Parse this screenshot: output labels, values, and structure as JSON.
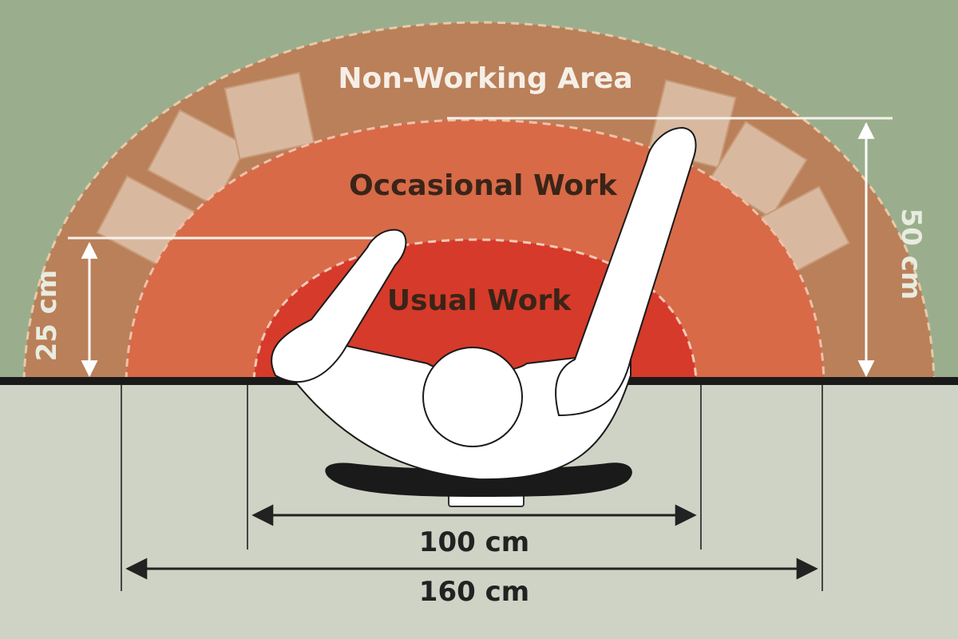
{
  "zones": {
    "non_working": {
      "label": "Non-Working Area",
      "color": "#b9805a"
    },
    "occasional": {
      "label": "Occasional Work",
      "color": "#d86a48"
    },
    "usual": {
      "label": "Usual Work",
      "color": "#d63a2a"
    }
  },
  "dimensions": {
    "left_height": "25 cm",
    "right_height": "50 cm",
    "inner_width": "100 cm",
    "outer_width": "160 cm"
  },
  "colors": {
    "wall": "#9aae8d",
    "floor": "#cfd3c5",
    "desk_edge": "#1a1a1a",
    "figure": "#ffffff",
    "chair": "#1a1a1a",
    "white_label": "#f6efe6",
    "dark_label": "#3a2418",
    "dim_line": "#222222"
  }
}
